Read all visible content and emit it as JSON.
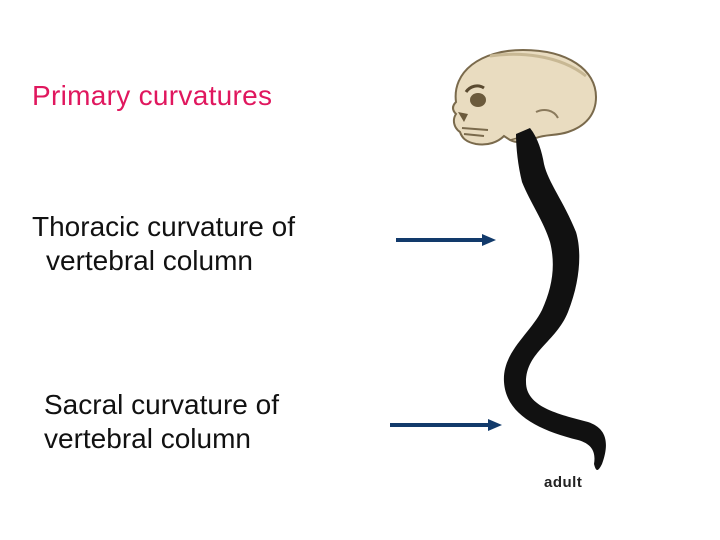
{
  "title": "Primary curvatures",
  "labels": {
    "thoracic": [
      "Thoracic curvature of",
      "vertebral column"
    ],
    "sacral": [
      "Sacral curvature of",
      "vertebral column"
    ]
  },
  "figure_caption": "adult",
  "colors": {
    "title": "#e0175e",
    "arrow": "#123a6b",
    "spine": "#111111",
    "skull": "#e9dcc0"
  },
  "icons": [
    "skull-icon",
    "spine-icon",
    "arrow-right-icon"
  ]
}
